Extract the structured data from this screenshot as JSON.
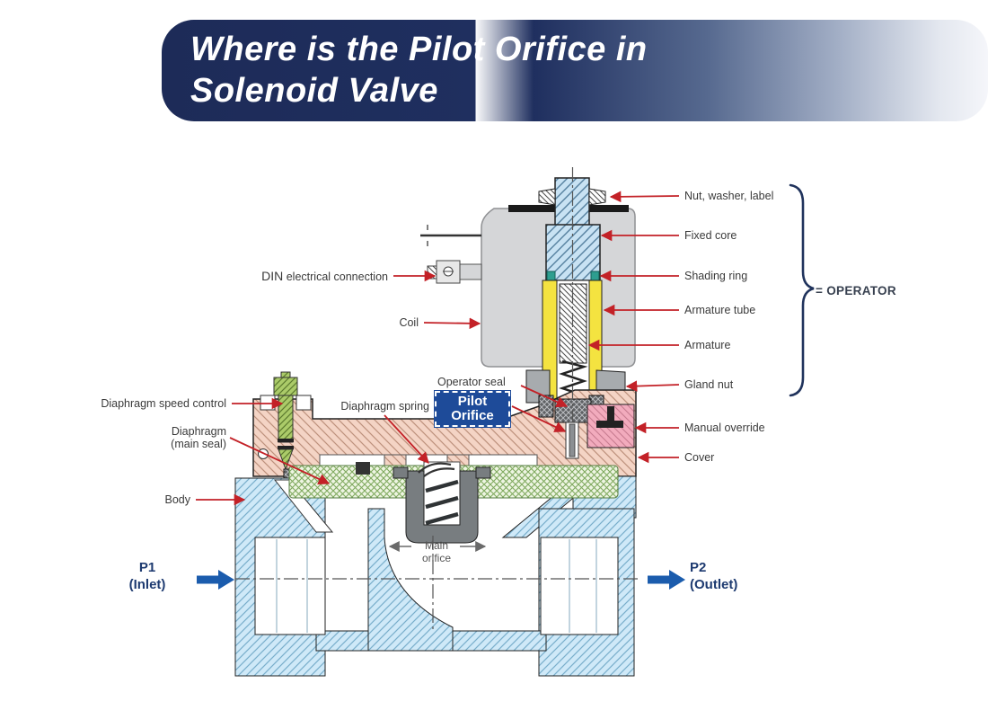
{
  "banner": {
    "title_line1": "Where is the Pilot Orifice in",
    "title_line2": "Solenoid Valve"
  },
  "labels": {
    "nut_washer": "Nut, washer, label",
    "fixed_core": "Fixed core",
    "shading_ring": "Shading ring",
    "armature_tube": "Armature tube",
    "armature": "Armature",
    "gland_nut": "Gland nut",
    "manual_override": "Manual override",
    "cover": "Cover",
    "din_abbr": "DIN",
    "din_rest": "electrical connection",
    "coil": "Coil",
    "diaphragm_speed_control": "Diaphragm speed control",
    "diaphragm": "Diaphragm",
    "diaphragm_sub": "(main seal)",
    "body": "Body",
    "operator_seal": "Operator seal",
    "diaphragm_spring": "Diaphragm spring",
    "pilot_line1": "Pilot",
    "pilot_line2": "Orifice",
    "main_line1": "Main",
    "main_line2": "orifice",
    "operator_equals": "= OPERATOR",
    "p1": "P1",
    "p1_sub": "(Inlet)",
    "p2": "P2",
    "p2_sub": "(Outlet)"
  },
  "colors": {
    "banner_navy": "#1d2b58",
    "arrow_red": "#c32127",
    "accent_blue": "#1b5cad",
    "navy_text": "#1d3a70",
    "pilot_box_blue": "#1e4b99",
    "coil_gray": "#d5d6d8",
    "core_blue": "#c8e2f3",
    "body_blue": "#cfe9f8",
    "cover_salmon": "#f4d4c5",
    "bobbin_yellow": "#f4e340",
    "speed_control_green": "#abcb69",
    "diaphragm_green": "#7fa95e",
    "override_pink": "#f2abbd",
    "brace_navy": "#20335c"
  }
}
